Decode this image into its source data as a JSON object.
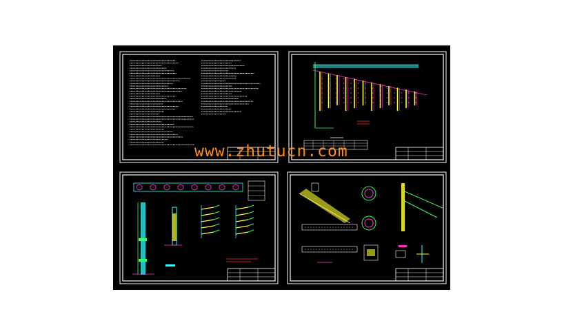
{
  "watermark": {
    "text": "www.zhutucn.com",
    "color": "#ff8c1a"
  },
  "colors": {
    "background": "#000000",
    "frame": "#ffffff",
    "text_lines": "#e8e8e8",
    "highlight_magenta": "#ff33cc",
    "highlight_yellow": "#ffff33",
    "highlight_green": "#33ff66",
    "highlight_cyan": "#33ffff",
    "highlight_red": "#ff3333"
  },
  "sheets": [
    {
      "id": "sheet-design-notes"
    },
    {
      "id": "sheet-elevation"
    },
    {
      "id": "sheet-pile-details"
    },
    {
      "id": "sheet-anchor-details"
    }
  ]
}
